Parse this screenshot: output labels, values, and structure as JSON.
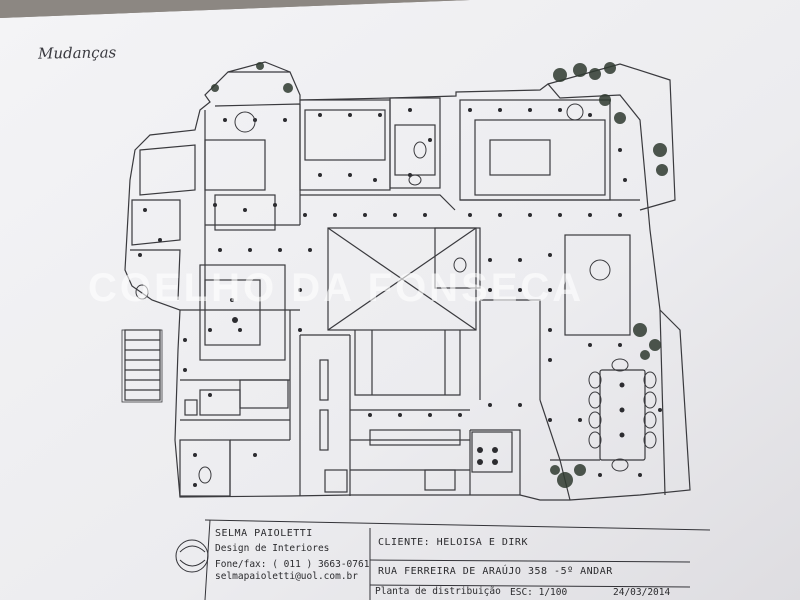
{
  "handwritten_note": "Mudanças",
  "watermark": "COELHO DA FONSECA",
  "title_block": {
    "designer_name": "SELMA PAIOLETTI",
    "designer_role": "Design de Interiores",
    "phone": "Fone/fax: ( 011 ) 3663-0761",
    "email": "selmapaioletti@uol.com.br",
    "client": "CLIENTE: HELOISA E DIRK",
    "address": "RUA FERREIRA DE ARAÚJO 358 -5º ANDAR",
    "drawing_title": "Planta de distribuição",
    "scale": "ESC: 1/100",
    "date": "24/03/2014"
  },
  "colors": {
    "paper": "#f1f1f3",
    "line": "#3a3a3e",
    "plant": "#2f3a30",
    "background": "#7d7a76"
  }
}
